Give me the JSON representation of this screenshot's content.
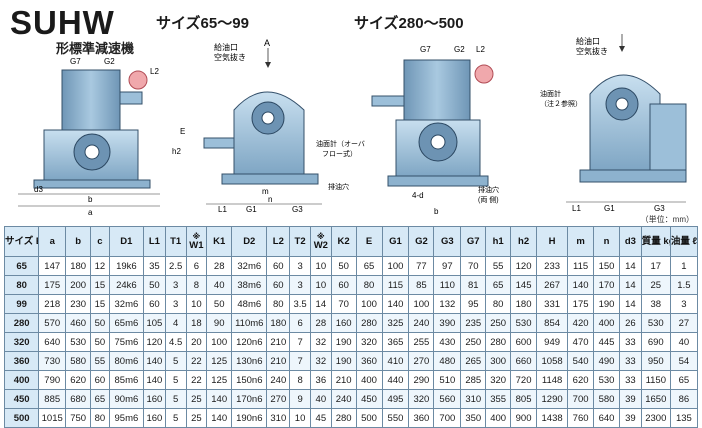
{
  "header": {
    "brand": "SUHW",
    "subtitle": "形標準減速機",
    "range_small": "サイズ65～99",
    "range_large": "サイズ280～500"
  },
  "drawings": {
    "labels": {
      "oil_inlet": "給油口",
      "air_vent": "空気抜き",
      "oil_gauge_small": "油面計（オーバ",
      "oil_gauge_small2": "フロー式）",
      "drain": "排油穴",
      "drain_both": "排油穴",
      "both_sides": "(両 側)",
      "oil_gauge_large": "油面計",
      "note2": "（注２参照）",
      "view_a": "A",
      "bolt_count": "4-d"
    }
  },
  "unit_note": "（単位：mm）",
  "table": {
    "headers": [
      "サイズ E",
      "a",
      "b",
      "c",
      "D1",
      "L1",
      "T1",
      "W1",
      "K1",
      "D2",
      "L2",
      "T2",
      "W2",
      "K2",
      "E",
      "G1",
      "G2",
      "G3",
      "G7",
      "h1",
      "h2",
      "H",
      "m",
      "n",
      "d3",
      "質量 kg",
      "油量 ℓ"
    ],
    "header_asterisk": "※",
    "rows": [
      [
        "65",
        "147",
        "180",
        "12",
        "19k6",
        "35",
        "2.5",
        "6",
        "28",
        "32m6",
        "60",
        "3",
        "10",
        "50",
        "65",
        "100",
        "77",
        "97",
        "70",
        "55",
        "120",
        "233",
        "115",
        "150",
        "14",
        "17",
        "1"
      ],
      [
        "80",
        "175",
        "200",
        "15",
        "24k6",
        "50",
        "3",
        "8",
        "40",
        "38m6",
        "60",
        "3",
        "10",
        "60",
        "80",
        "115",
        "85",
        "110",
        "81",
        "65",
        "145",
        "267",
        "140",
        "170",
        "14",
        "25",
        "1.5"
      ],
      [
        "99",
        "218",
        "230",
        "15",
        "32m6",
        "60",
        "3",
        "10",
        "50",
        "48m6",
        "80",
        "3.5",
        "14",
        "70",
        "100",
        "140",
        "100",
        "132",
        "95",
        "80",
        "180",
        "331",
        "175",
        "190",
        "14",
        "38",
        "3"
      ],
      [
        "280",
        "570",
        "460",
        "50",
        "65m6",
        "105",
        "4",
        "18",
        "90",
        "110m6",
        "180",
        "6",
        "28",
        "160",
        "280",
        "325",
        "240",
        "390",
        "235",
        "250",
        "530",
        "854",
        "420",
        "400",
        "26",
        "530",
        "27"
      ],
      [
        "320",
        "640",
        "530",
        "50",
        "75m6",
        "120",
        "4.5",
        "20",
        "100",
        "120n6",
        "210",
        "7",
        "32",
        "190",
        "320",
        "365",
        "255",
        "430",
        "250",
        "280",
        "600",
        "949",
        "470",
        "445",
        "33",
        "690",
        "40"
      ],
      [
        "360",
        "730",
        "580",
        "55",
        "80m6",
        "140",
        "5",
        "22",
        "125",
        "130n6",
        "210",
        "7",
        "32",
        "190",
        "360",
        "410",
        "270",
        "480",
        "265",
        "300",
        "660",
        "1058",
        "540",
        "490",
        "33",
        "950",
        "54"
      ],
      [
        "400",
        "790",
        "620",
        "60",
        "85m6",
        "140",
        "5",
        "22",
        "125",
        "150n6",
        "240",
        "8",
        "36",
        "210",
        "400",
        "440",
        "290",
        "510",
        "285",
        "320",
        "720",
        "1148",
        "620",
        "530",
        "33",
        "1150",
        "65"
      ],
      [
        "450",
        "885",
        "680",
        "65",
        "90m6",
        "160",
        "5",
        "25",
        "140",
        "170n6",
        "270",
        "9",
        "40",
        "240",
        "450",
        "495",
        "320",
        "560",
        "310",
        "355",
        "805",
        "1290",
        "700",
        "580",
        "39",
        "1650",
        "86"
      ],
      [
        "500",
        "1015",
        "750",
        "80",
        "95m6",
        "160",
        "5",
        "25",
        "140",
        "190n6",
        "310",
        "10",
        "45",
        "280",
        "500",
        "550",
        "360",
        "700",
        "350",
        "400",
        "900",
        "1438",
        "760",
        "640",
        "39",
        "2300",
        "135"
      ]
    ]
  },
  "colors": {
    "gear_body": "#9ec2dc",
    "gear_shadow": "#3d5a74",
    "table_header": "#d7e9f6",
    "grid_line": "#6c8aa3"
  }
}
